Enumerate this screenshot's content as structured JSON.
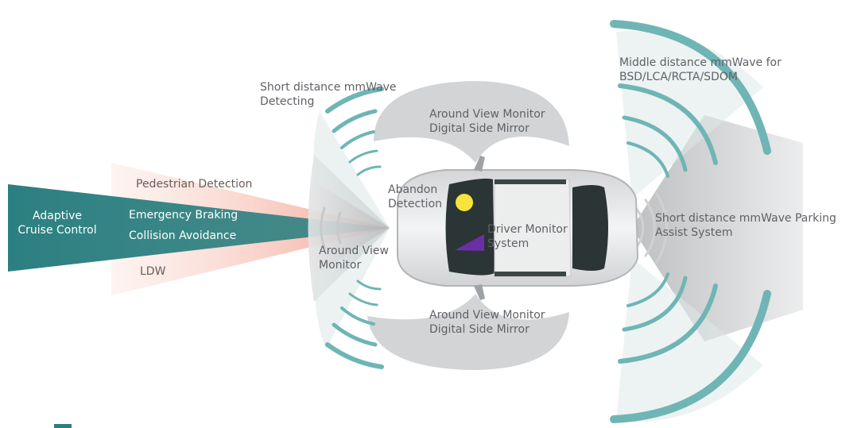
{
  "labels": {
    "adaptive_cruise": "Adaptive\nCruise Control",
    "pedestrian_detection": "Pedestrian Detection",
    "emergency_braking": "Emergency Braking",
    "collision_avoidance": "Collision Avoidance",
    "ldw": "LDW",
    "short_distance_detecting": "Short distance mmWave\nDetecting",
    "avm_top": "Around View Monitor\nDigital Side Mirror",
    "avm_bottom": "Around View Monitor\nDigital Side Mirror",
    "abandon_detection": "Abandon\nDetection",
    "driver_monitor": "Driver Monitor\nSystem",
    "around_view_monitor": "Around View\nMonitor",
    "middle_distance": "Middle distance mmWave for\nBSD/LCA/RCTA/SDOM",
    "short_distance_parking": "Short distance mmWave Parking\nAssist System"
  },
  "colors": {
    "teal": "#2c7f80",
    "arc_teal": "#6fb5b5",
    "salmon": "#f3a38f",
    "grey_zone": "#cfd0d1",
    "car_body": "#e9eaeb",
    "glass": "#2b3536",
    "occupant_yellow": "#f6e33b",
    "driver_purple": "#6b2fa5"
  }
}
